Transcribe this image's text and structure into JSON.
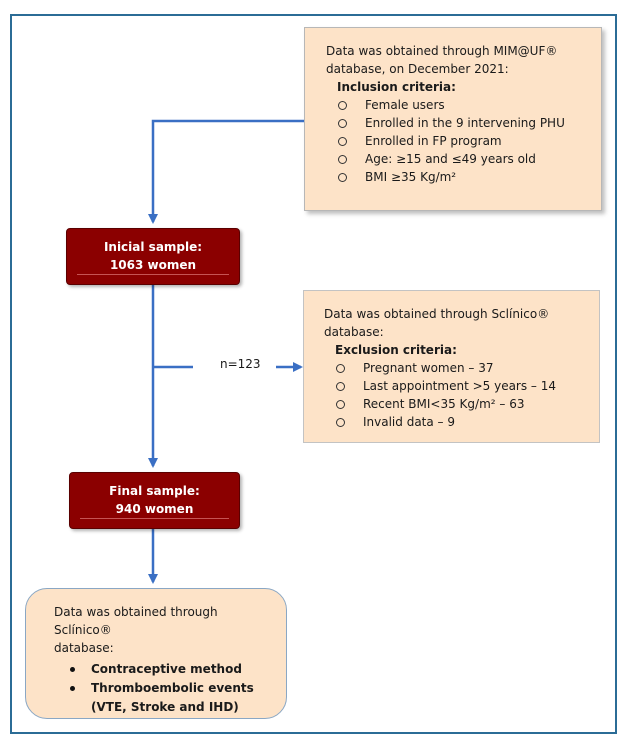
{
  "top_box": {
    "line1": "Data was obtained through MIM@UF®",
    "line2": "database, on December 2021:",
    "title": "Inclusion criteria:",
    "items": [
      "Female users",
      "Enrolled in the 9 intervening PHU",
      "Enrolled in FP program",
      "Age: ≥15 and ≤49 years old",
      "BMI ≥35 Kg/m²"
    ]
  },
  "initial_sample": {
    "line1": "Inicial sample:",
    "line2": "1063 women"
  },
  "exclusion_arrow_label": "n=123",
  "mid_box": {
    "line1": "Data was obtained through Sclínico®",
    "line2": "database:",
    "title": "Exclusion criteria:",
    "items": [
      "Pregnant women – 37",
      "Last appointment >5 years – 14",
      "Recent BMI<35 Kg/m² – 63",
      "Invalid data – 9"
    ]
  },
  "final_sample": {
    "line1": "Final sample:",
    "line2": "940 women"
  },
  "bottom_box": {
    "line1": "Data was obtained through Sclínico®",
    "line2": "database:",
    "items": [
      "Contraceptive method",
      "Thromboembolic events",
      "(VTE, Stroke and IHD)"
    ]
  },
  "colors": {
    "frame": "#2b6c96",
    "arrow": "#3a6fc4",
    "box_fill": "#fde3c8",
    "sample_fill": "#8b0000"
  }
}
